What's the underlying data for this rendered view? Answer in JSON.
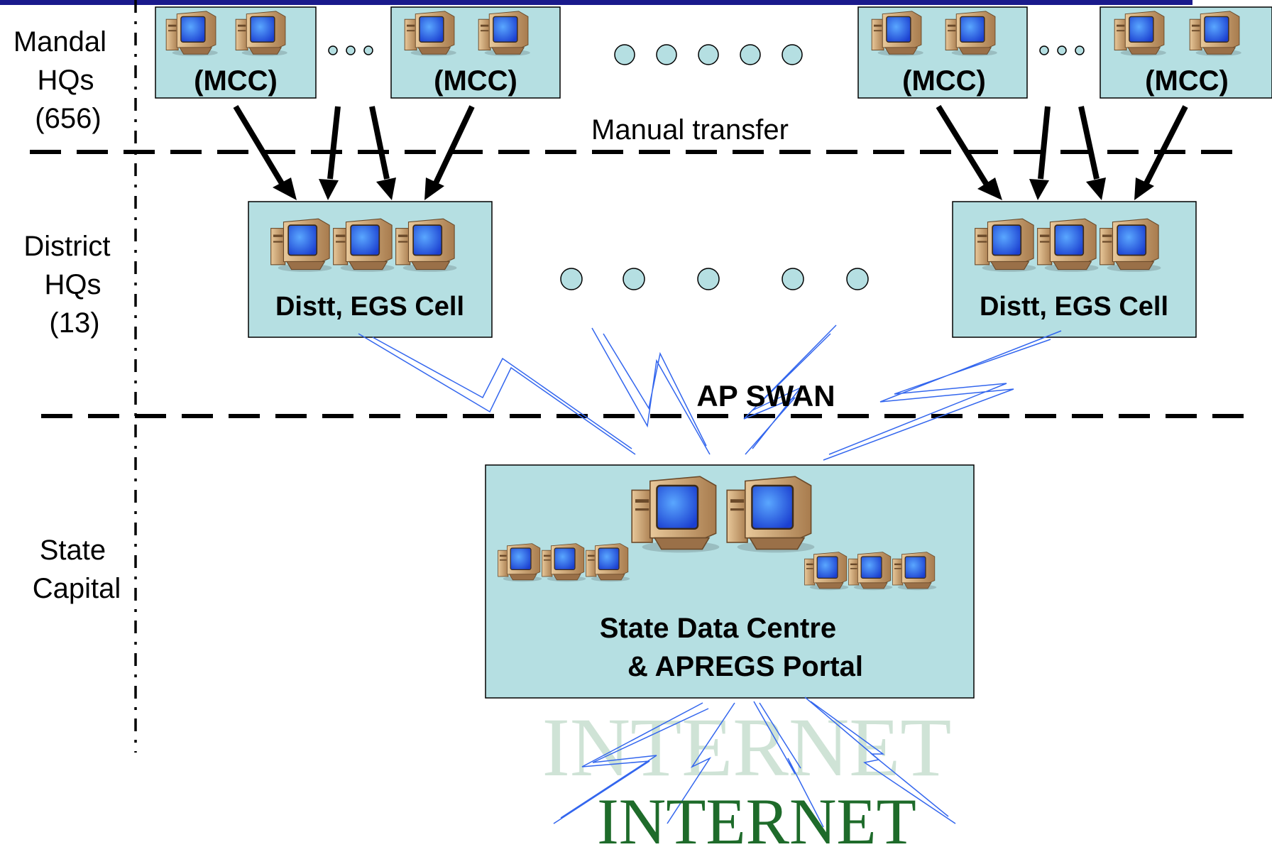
{
  "colors": {
    "box_fill": "#b5dfe2",
    "header_bar": "#1a1a8c",
    "lightning": "#3366ee",
    "internet_text": "#1e6b2a",
    "internet_shadow": "#cfe3d6"
  },
  "tiers": {
    "mandal": [
      "Mandal",
      "HQs",
      "(656)"
    ],
    "district": [
      "District",
      "HQs",
      "(13)"
    ],
    "state": [
      "State",
      "Capital"
    ]
  },
  "mandal_boxes": [
    "(MCC)",
    "(MCC)",
    "(MCC)",
    "(MCC)"
  ],
  "district_boxes": [
    "Distt, EGS Cell",
    "Distt, EGS Cell"
  ],
  "manual_transfer": "Manual transfer",
  "network_label": "AP SWAN",
  "state_box": [
    "State Data Centre",
    "& APREGS Portal"
  ],
  "internet": "INTERNET",
  "icons": [
    "computer-icon",
    "lightning-link-icon",
    "arrow-icon",
    "ellipsis-dots-icon"
  ]
}
